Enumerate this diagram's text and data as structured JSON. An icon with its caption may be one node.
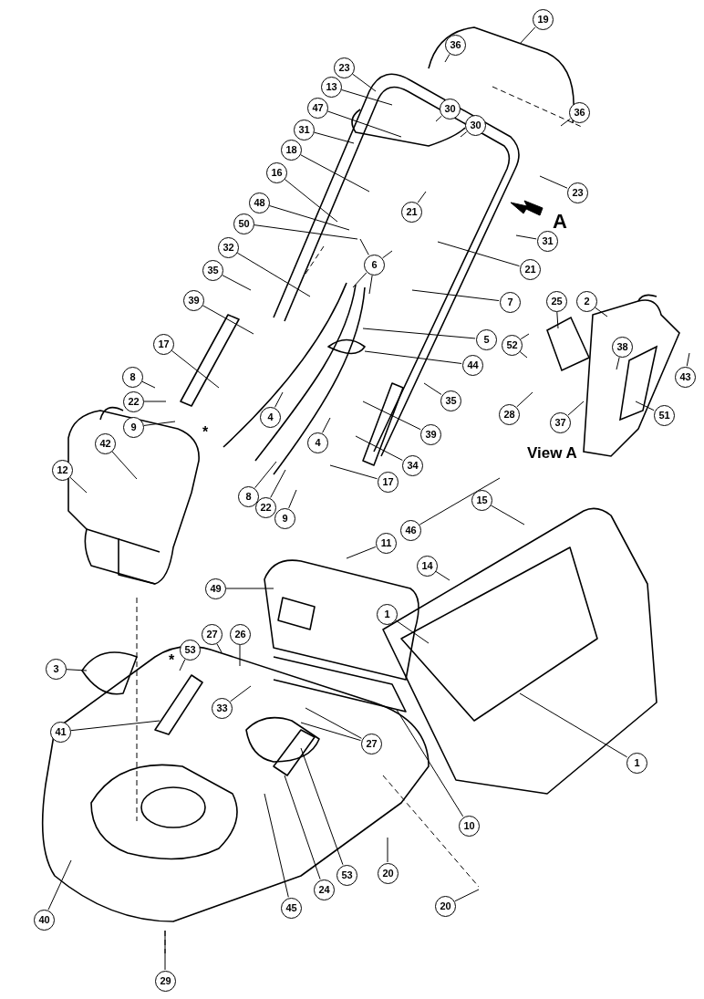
{
  "diagram": {
    "nodes": [
      {
        "text": [
          "19"
        ]
      },
      {
        "text": [
          "36"
        ]
      },
      {
        "text": [
          "23"
        ]
      },
      {
        "text": [
          "13"
        ]
      },
      {
        "text": [
          "47"
        ]
      },
      {
        "text": [
          "31"
        ]
      },
      {
        "text": [
          "30"
        ]
      },
      {
        "text": [
          "30"
        ]
      },
      {
        "text": [
          "36"
        ]
      },
      {
        "text": [
          "18"
        ]
      },
      {
        "text": [
          "23"
        ]
      },
      {
        "text": [
          "16"
        ]
      },
      {
        "text": [
          "21"
        ]
      },
      {
        "text": [
          "31"
        ]
      },
      {
        "text": [
          "48"
        ]
      },
      {
        "text": [
          "50"
        ]
      },
      {
        "text": [
          "21"
        ]
      },
      {
        "text": [
          "6"
        ]
      },
      {
        "text": [
          "32"
        ]
      },
      {
        "text": [
          "7"
        ]
      },
      {
        "text": [
          "25"
        ]
      },
      {
        "text": [
          "2"
        ]
      },
      {
        "text": [
          "35"
        ]
      },
      {
        "text": [
          "39"
        ]
      },
      {
        "text": [
          "5"
        ]
      },
      {
        "text": [
          "52"
        ]
      },
      {
        "text": [
          "38"
        ]
      },
      {
        "text": [
          "43"
        ]
      },
      {
        "text": [
          "44"
        ]
      },
      {
        "text": [
          "17"
        ]
      },
      {
        "text": [
          "28"
        ]
      },
      {
        "text": [
          "37"
        ]
      },
      {
        "text": [
          "51"
        ]
      },
      {
        "text": [
          "8"
        ]
      },
      {
        "text": [
          "35"
        ]
      },
      {
        "text": [
          "22"
        ]
      },
      {
        "text": [
          "39"
        ]
      },
      {
        "text": [
          "4"
        ]
      },
      {
        "text": [
          "9"
        ]
      },
      {
        "text": [
          "4"
        ]
      },
      {
        "text": [
          "34"
        ]
      },
      {
        "text": [
          "17"
        ]
      },
      {
        "text": [
          "42"
        ]
      },
      {
        "text": [
          "12"
        ]
      },
      {
        "text": [
          "8"
        ]
      },
      {
        "text": [
          "22"
        ]
      },
      {
        "text": [
          "9"
        ]
      },
      {
        "text": [
          "15"
        ]
      },
      {
        "text": [
          "46"
        ]
      },
      {
        "text": [
          "11"
        ]
      },
      {
        "text": [
          "14"
        ]
      },
      {
        "text": [
          "49"
        ]
      },
      {
        "text": [
          "1"
        ]
      },
      {
        "text": [
          "27"
        ]
      },
      {
        "text": [
          "26"
        ]
      },
      {
        "text": [
          "53"
        ]
      },
      {
        "text": [
          "3"
        ]
      },
      {
        "text": [
          "33"
        ]
      },
      {
        "text": [
          "41"
        ]
      },
      {
        "text": [
          "27"
        ]
      },
      {
        "text": [
          "1"
        ]
      },
      {
        "text": [
          "10"
        ]
      },
      {
        "text": [
          "53"
        ]
      },
      {
        "text": [
          "24"
        ]
      },
      {
        "text": [
          "45"
        ]
      },
      {
        "text": [
          "40"
        ]
      },
      {
        "text": [
          "20"
        ]
      },
      {
        "text": [
          "20"
        ]
      },
      {
        "text": [
          "29"
        ]
      }
    ],
    "edges": [
      {
        "from": 0,
        "to": null,
        "arrow": "none"
      },
      {
        "from": 1,
        "to": null,
        "arrow": "none"
      },
      {
        "from": 2,
        "to": null,
        "arrow": "none"
      },
      {
        "from": 3,
        "to": null,
        "arrow": "none"
      },
      {
        "from": 4,
        "to": null,
        "arrow": "none"
      },
      {
        "from": 5,
        "to": null,
        "arrow": "none"
      },
      {
        "from": 6,
        "to": null,
        "arrow": "none"
      },
      {
        "from": 7,
        "to": null,
        "arrow": "none"
      },
      {
        "from": 8,
        "to": null,
        "arrow": "none"
      },
      {
        "from": 9,
        "to": null,
        "arrow": "none"
      },
      {
        "from": 10,
        "to": null,
        "arrow": "none"
      },
      {
        "from": 11,
        "to": null,
        "arrow": "none"
      },
      {
        "from": 12,
        "to": null,
        "arrow": "none"
      },
      {
        "from": 13,
        "to": null,
        "arrow": "none"
      },
      {
        "from": 14,
        "to": null,
        "arrow": "none"
      },
      {
        "from": 15,
        "to": null,
        "arrow": "none"
      },
      {
        "from": 16,
        "to": null,
        "arrow": "none"
      },
      {
        "from": 17,
        "to": null,
        "arrow": "none"
      },
      {
        "from": 18,
        "to": null,
        "arrow": "none"
      },
      {
        "from": 19,
        "to": null,
        "arrow": "none"
      },
      {
        "from": 20,
        "to": null,
        "arrow": "none"
      },
      {
        "from": 21,
        "to": null,
        "arrow": "none"
      },
      {
        "from": 22,
        "to": null,
        "arrow": "none"
      },
      {
        "from": 23,
        "to": null,
        "arrow": "none"
      },
      {
        "from": 24,
        "to": null,
        "arrow": "none"
      },
      {
        "from": 25,
        "to": null,
        "arrow": "none"
      },
      {
        "from": 26,
        "to": null,
        "arrow": "none"
      },
      {
        "from": 27,
        "to": null,
        "arrow": "none"
      },
      {
        "from": 28,
        "to": null,
        "arrow": "none"
      },
      {
        "from": 29,
        "to": null,
        "arrow": "none"
      },
      {
        "from": 30,
        "to": null,
        "arrow": "none"
      },
      {
        "from": 31,
        "to": null,
        "arrow": "none"
      },
      {
        "from": 32,
        "to": null,
        "arrow": "none"
      },
      {
        "from": 33,
        "to": null,
        "arrow": "none"
      },
      {
        "from": 34,
        "to": null,
        "arrow": "none"
      },
      {
        "from": 35,
        "to": null,
        "arrow": "none"
      },
      {
        "from": 36,
        "to": null,
        "arrow": "none"
      },
      {
        "from": 37,
        "to": null,
        "arrow": "none"
      },
      {
        "from": 38,
        "to": null,
        "arrow": "none"
      },
      {
        "from": 39,
        "to": null,
        "arrow": "none"
      },
      {
        "from": 40,
        "to": null,
        "arrow": "none"
      },
      {
        "from": 41,
        "to": null,
        "arrow": "none"
      },
      {
        "from": 42,
        "to": null,
        "arrow": "none"
      },
      {
        "from": 43,
        "to": null,
        "arrow": "none"
      },
      {
        "from": 44,
        "to": null,
        "arrow": "none"
      },
      {
        "from": 45,
        "to": null,
        "arrow": "none"
      },
      {
        "from": 46,
        "to": null,
        "arrow": "none"
      },
      {
        "from": 47,
        "to": null,
        "arrow": "none"
      },
      {
        "from": 48,
        "to": null,
        "arrow": "none"
      },
      {
        "from": 49,
        "to": null,
        "arrow": "none"
      },
      {
        "from": 50,
        "to": null,
        "arrow": "none"
      },
      {
        "from": 51,
        "to": null,
        "arrow": "none"
      },
      {
        "from": 52,
        "to": null,
        "arrow": "none"
      },
      {
        "from": 53,
        "to": null,
        "arrow": "none"
      },
      {
        "from": 54,
        "to": null,
        "arrow": "none"
      },
      {
        "from": 55,
        "to": null,
        "arrow": "none"
      },
      {
        "from": 56,
        "to": null,
        "arrow": "none"
      },
      {
        "from": 57,
        "to": null,
        "arrow": "none"
      },
      {
        "from": 58,
        "to": null,
        "arrow": "none"
      },
      {
        "from": 59,
        "to": null,
        "arrow": "none"
      },
      {
        "from": 60,
        "to": null,
        "arrow": "none"
      },
      {
        "from": 61,
        "to": null,
        "arrow": "none"
      },
      {
        "from": 62,
        "to": null,
        "arrow": "none"
      },
      {
        "from": 63,
        "to": null,
        "arrow": "none"
      },
      {
        "from": 64,
        "to": null,
        "arrow": "none"
      },
      {
        "from": 65,
        "to": null,
        "arrow": "none"
      },
      {
        "from": 66,
        "to": null,
        "arrow": "none"
      },
      {
        "from": 67,
        "to": null,
        "arrow": "none"
      },
      {
        "from": 68,
        "to": null,
        "arrow": "none"
      },
      {
        "from": 17,
        "to": null,
        "arrow": "none"
      },
      {
        "from": 17,
        "to": null,
        "arrow": "none"
      },
      {
        "from": 17,
        "to": null,
        "arrow": "none"
      },
      {
        "from": 25,
        "to": null,
        "arrow": "none"
      },
      {
        "from": 59,
        "to": null,
        "arrow": "none"
      }
    ],
    "labels": [
      "A",
      "*",
      "View A",
      "*"
    ]
  }
}
